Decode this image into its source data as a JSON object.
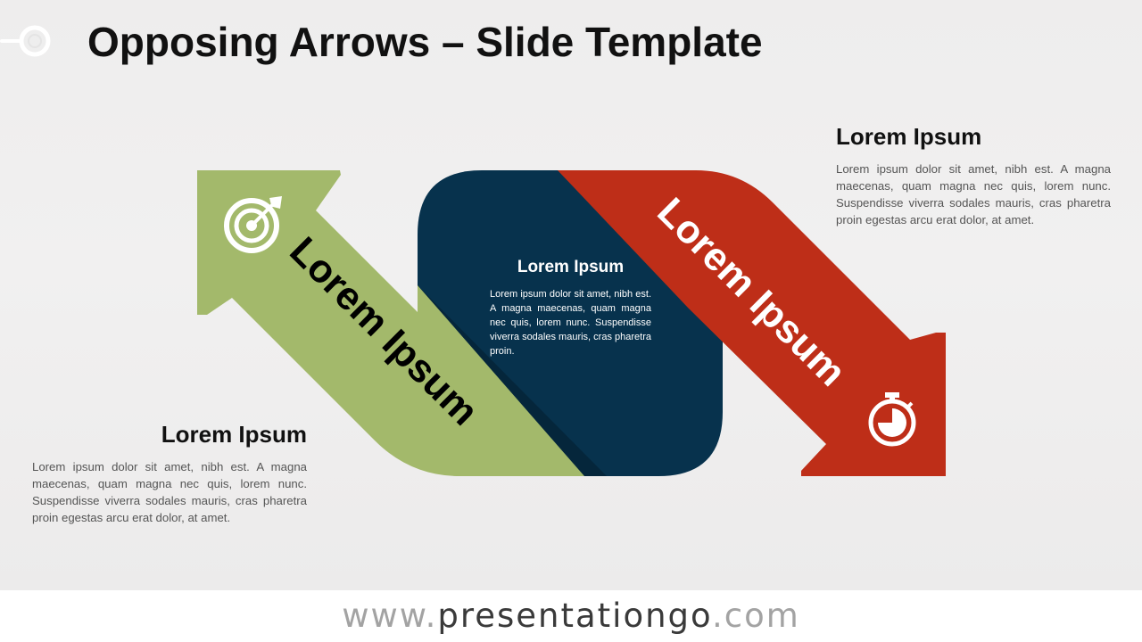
{
  "slide": {
    "title": "Opposing Arrows – Slide Template"
  },
  "colors": {
    "green_arrow": "#a3b96b",
    "red_arrow": "#be2e18",
    "navy_box": "#07324d",
    "title_text": "#111111",
    "body_text": "#555555",
    "background": "#efeeee"
  },
  "diagram": {
    "green_arrow": {
      "label": "Lorem Ipsum",
      "icon": "target-icon",
      "direction": "up-left"
    },
    "red_arrow": {
      "label": "Lorem Ipsum",
      "icon": "stopwatch-icon",
      "direction": "down-right"
    },
    "center_box": {
      "heading": "Lorem Ipsum",
      "body": "Lorem ipsum dolor sit amet, nibh est. A magna maecenas, quam magna nec quis, lorem nunc. Suspendisse viverra sodales mauris, cras pharetra proin."
    }
  },
  "text_blocks": {
    "top_right": {
      "heading": "Lorem Ipsum",
      "body": "Lorem ipsum dolor sit amet, nibh est. A magna maecenas, quam magna nec quis, lorem nunc. Suspendisse viverra sodales mauris, cras pharetra proin egestas arcu erat dolor, at amet."
    },
    "bottom_left": {
      "heading": "Lorem Ipsum",
      "body": "Lorem ipsum dolor sit amet, nibh est. A magna maecenas, quam magna nec quis, lorem nunc. Suspendisse viverra sodales mauris, cras pharetra proin egestas arcu erat dolor, at amet."
    }
  },
  "footer": {
    "url_prefix": "www.",
    "url_brand": "presentationgo",
    "url_suffix": ".com"
  }
}
